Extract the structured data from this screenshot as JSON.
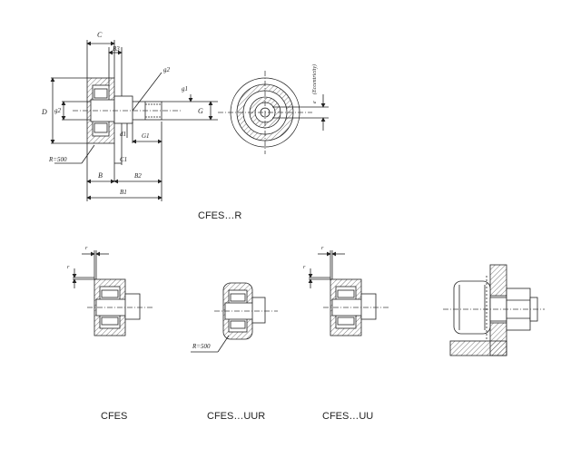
{
  "captions": {
    "fig1": "CFES…R",
    "fig2": "CFES",
    "fig3": "CFES…UUR",
    "fig4": "CFES…UU"
  },
  "dims": {
    "C": "C",
    "B3": "B3",
    "g2": "g2",
    "g1": "g1",
    "G": "G",
    "D": "D",
    "d1": "d1",
    "G1": "G1",
    "C1": "C1",
    "B": "B",
    "B2": "B2",
    "B1": "B1",
    "R500": "R=500",
    "e": "e",
    "eccentricity": "(Eccentricity)",
    "r1": "r",
    "r2": "r"
  },
  "colors": {
    "line": "#222222",
    "hatch": "#555555",
    "center": "#444444"
  }
}
